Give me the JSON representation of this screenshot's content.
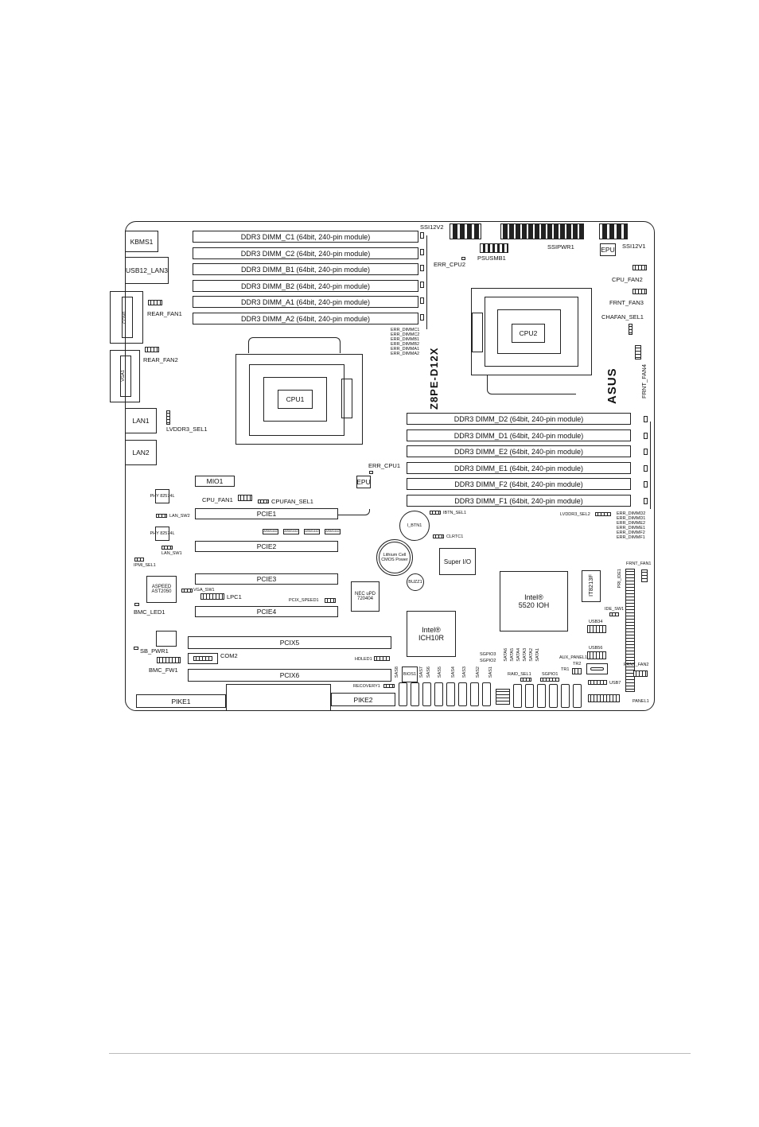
{
  "board": {
    "model": "Z8PE-D12X",
    "brand": "ASUS",
    "dimms_left": [
      "DDR3 DIMM_C1 (64bit, 240-pin module)",
      "DDR3 DIMM_C2 (64bit, 240-pin module)",
      "DDR3 DIMM_B1 (64bit, 240-pin module)",
      "DDR3 DIMM_B2 (64bit, 240-pin module)",
      "DDR3 DIMM_A1 (64bit, 240-pin module)",
      "DDR3 DIMM_A2 (64bit, 240-pin module)"
    ],
    "dimms_right": [
      "DDR3 DIMM_D2 (64bit, 240-pin module)",
      "DDR3 DIMM_D1 (64bit, 240-pin module)",
      "DDR3 DIMM_E2 (64bit, 240-pin module)",
      "DDR3 DIMM_E1 (64bit, 240-pin module)",
      "DDR3 DIMM_F2 (64bit, 240-pin module)",
      "DDR3 DIMM_F1 (64bit, 240-pin module)"
    ],
    "err_dimm_left": [
      "ERR_DIMMC1",
      "ERR_DIMMC2",
      "ERR_DIMMB1",
      "ERR_DIMMB2",
      "ERR_DIMMA1",
      "ERR_DIMMA2"
    ],
    "err_dimm_right": [
      "ERR_DIMMD2",
      "ERR_DIMMD1",
      "ERR_DIMME2",
      "ERR_DIMME1",
      "ERR_DIMMF2",
      "ERR_DIMMF1"
    ],
    "ports": {
      "kbms": "KBMS1",
      "usb_lan": "USB12_LAN3",
      "com1": "COM1",
      "vga": "VGA1",
      "lan1": "LAN1",
      "lan2": "LAN2",
      "rear_fan1": "REAR_FAN1",
      "rear_fan2": "REAR_FAN2",
      "lvddr3_sel1": "LVDDR3_SEL1"
    },
    "top": {
      "ssi12v2": "SSI12V2",
      "ssipwr1": "SSIPWR1",
      "psusmb1": "PSUSMB1",
      "ssi12v1": "SSI12V1",
      "err_cpu2": "ERR_CPU2",
      "epu_top": "EPU",
      "cpu_fan2": "CPU_FAN2",
      "frnt_fan3": "FRNT_FAN3",
      "chafan_sel1": "CHAFAN_SEL1",
      "frnt_fan4": "FRNT_FAN4"
    },
    "cpu1": "CPU1",
    "cpu2": "CPU2",
    "mid": {
      "err_cpu1": "ERR_CPU1",
      "epu": "EPU",
      "mio1": "MIO1",
      "cpu_fan1": "CPU_FAN1",
      "cpufan_sel1": "CPUFAN_SEL1",
      "lan_sw2": "LAN_SW2",
      "lan_sw1": "LAN_SW1",
      "ipmi_sel1": "IPMI_SEL1",
      "ibtn_sel1": "IBTN_SEL1",
      "lvddr3_sel2": "LVDDR3_SEL2",
      "i_btn1": "I_BTN1",
      "clrtc1": "CLRTC1",
      "lithium": "Lithium Cell CMOS Power",
      "super_io": "Super I/O",
      "buzz1": "BUZZ1",
      "nec": "NEC uPD 720404",
      "pcix_speed1": "PCIX_SPEED1",
      "ioh_title": "Intel®",
      "ioh_name": "5520 IOH",
      "ich_title": "Intel®",
      "ich_name": "ICH10R",
      "it8213f": "IT8213F",
      "pri_ide1": "PRI_IDE1",
      "ide_sw1": "IDE_SW1",
      "frnt_fan1": "FRNT_FAN1",
      "frnt_fan2": "FRNT_FAN2",
      "usb34": "USB34",
      "usb56": "USB56",
      "usb7": "USB7",
      "aux_panel1": "AUX_PANEL1",
      "tr2": "TR2",
      "tr1": "TR1",
      "raid_sel1": "RAID_SEL1",
      "sgpio1": "SGPIO1",
      "sgpio2": "SGPIO2",
      "sgpio3": "SGPIO3",
      "panel1": "PANEL1",
      "hdled1": "HDLED1",
      "recovery1": "RECOVERY1",
      "aspeed": "ASPEED AST2050",
      "vga_sw1": "VGA_SW1",
      "lpc1": "LPC1",
      "bmc_led1": "BMC_LED1",
      "sb_pwr1": "SB_PWR1",
      "bmc_fw1": "BMC_FW1",
      "com2": "COM2",
      "bios1": "BIOS1",
      "phy1": "PHY 82574L",
      "phy2": "PHY 82574L"
    },
    "asm": [
      "ASM1442",
      "ASM1442",
      "ASM1442",
      "ASM1442"
    ],
    "slots": {
      "pcie1": "PCIE1",
      "pcie2": "PCIE2",
      "pcie3": "PCIE3",
      "pcie4": "PCIE4",
      "pcix5": "PCIX5",
      "pcix6": "PCIX6",
      "pike1": "PIKE1",
      "pike2": "PIKE2"
    },
    "sas": [
      "SAS8",
      "SAS7",
      "SAS6",
      "SAS5",
      "SAS4",
      "SAS3",
      "SAS2",
      "SAS1"
    ],
    "sata": [
      "SATA6",
      "SATA5",
      "SATA4",
      "SATA3",
      "SATA2",
      "SATA1"
    ]
  }
}
